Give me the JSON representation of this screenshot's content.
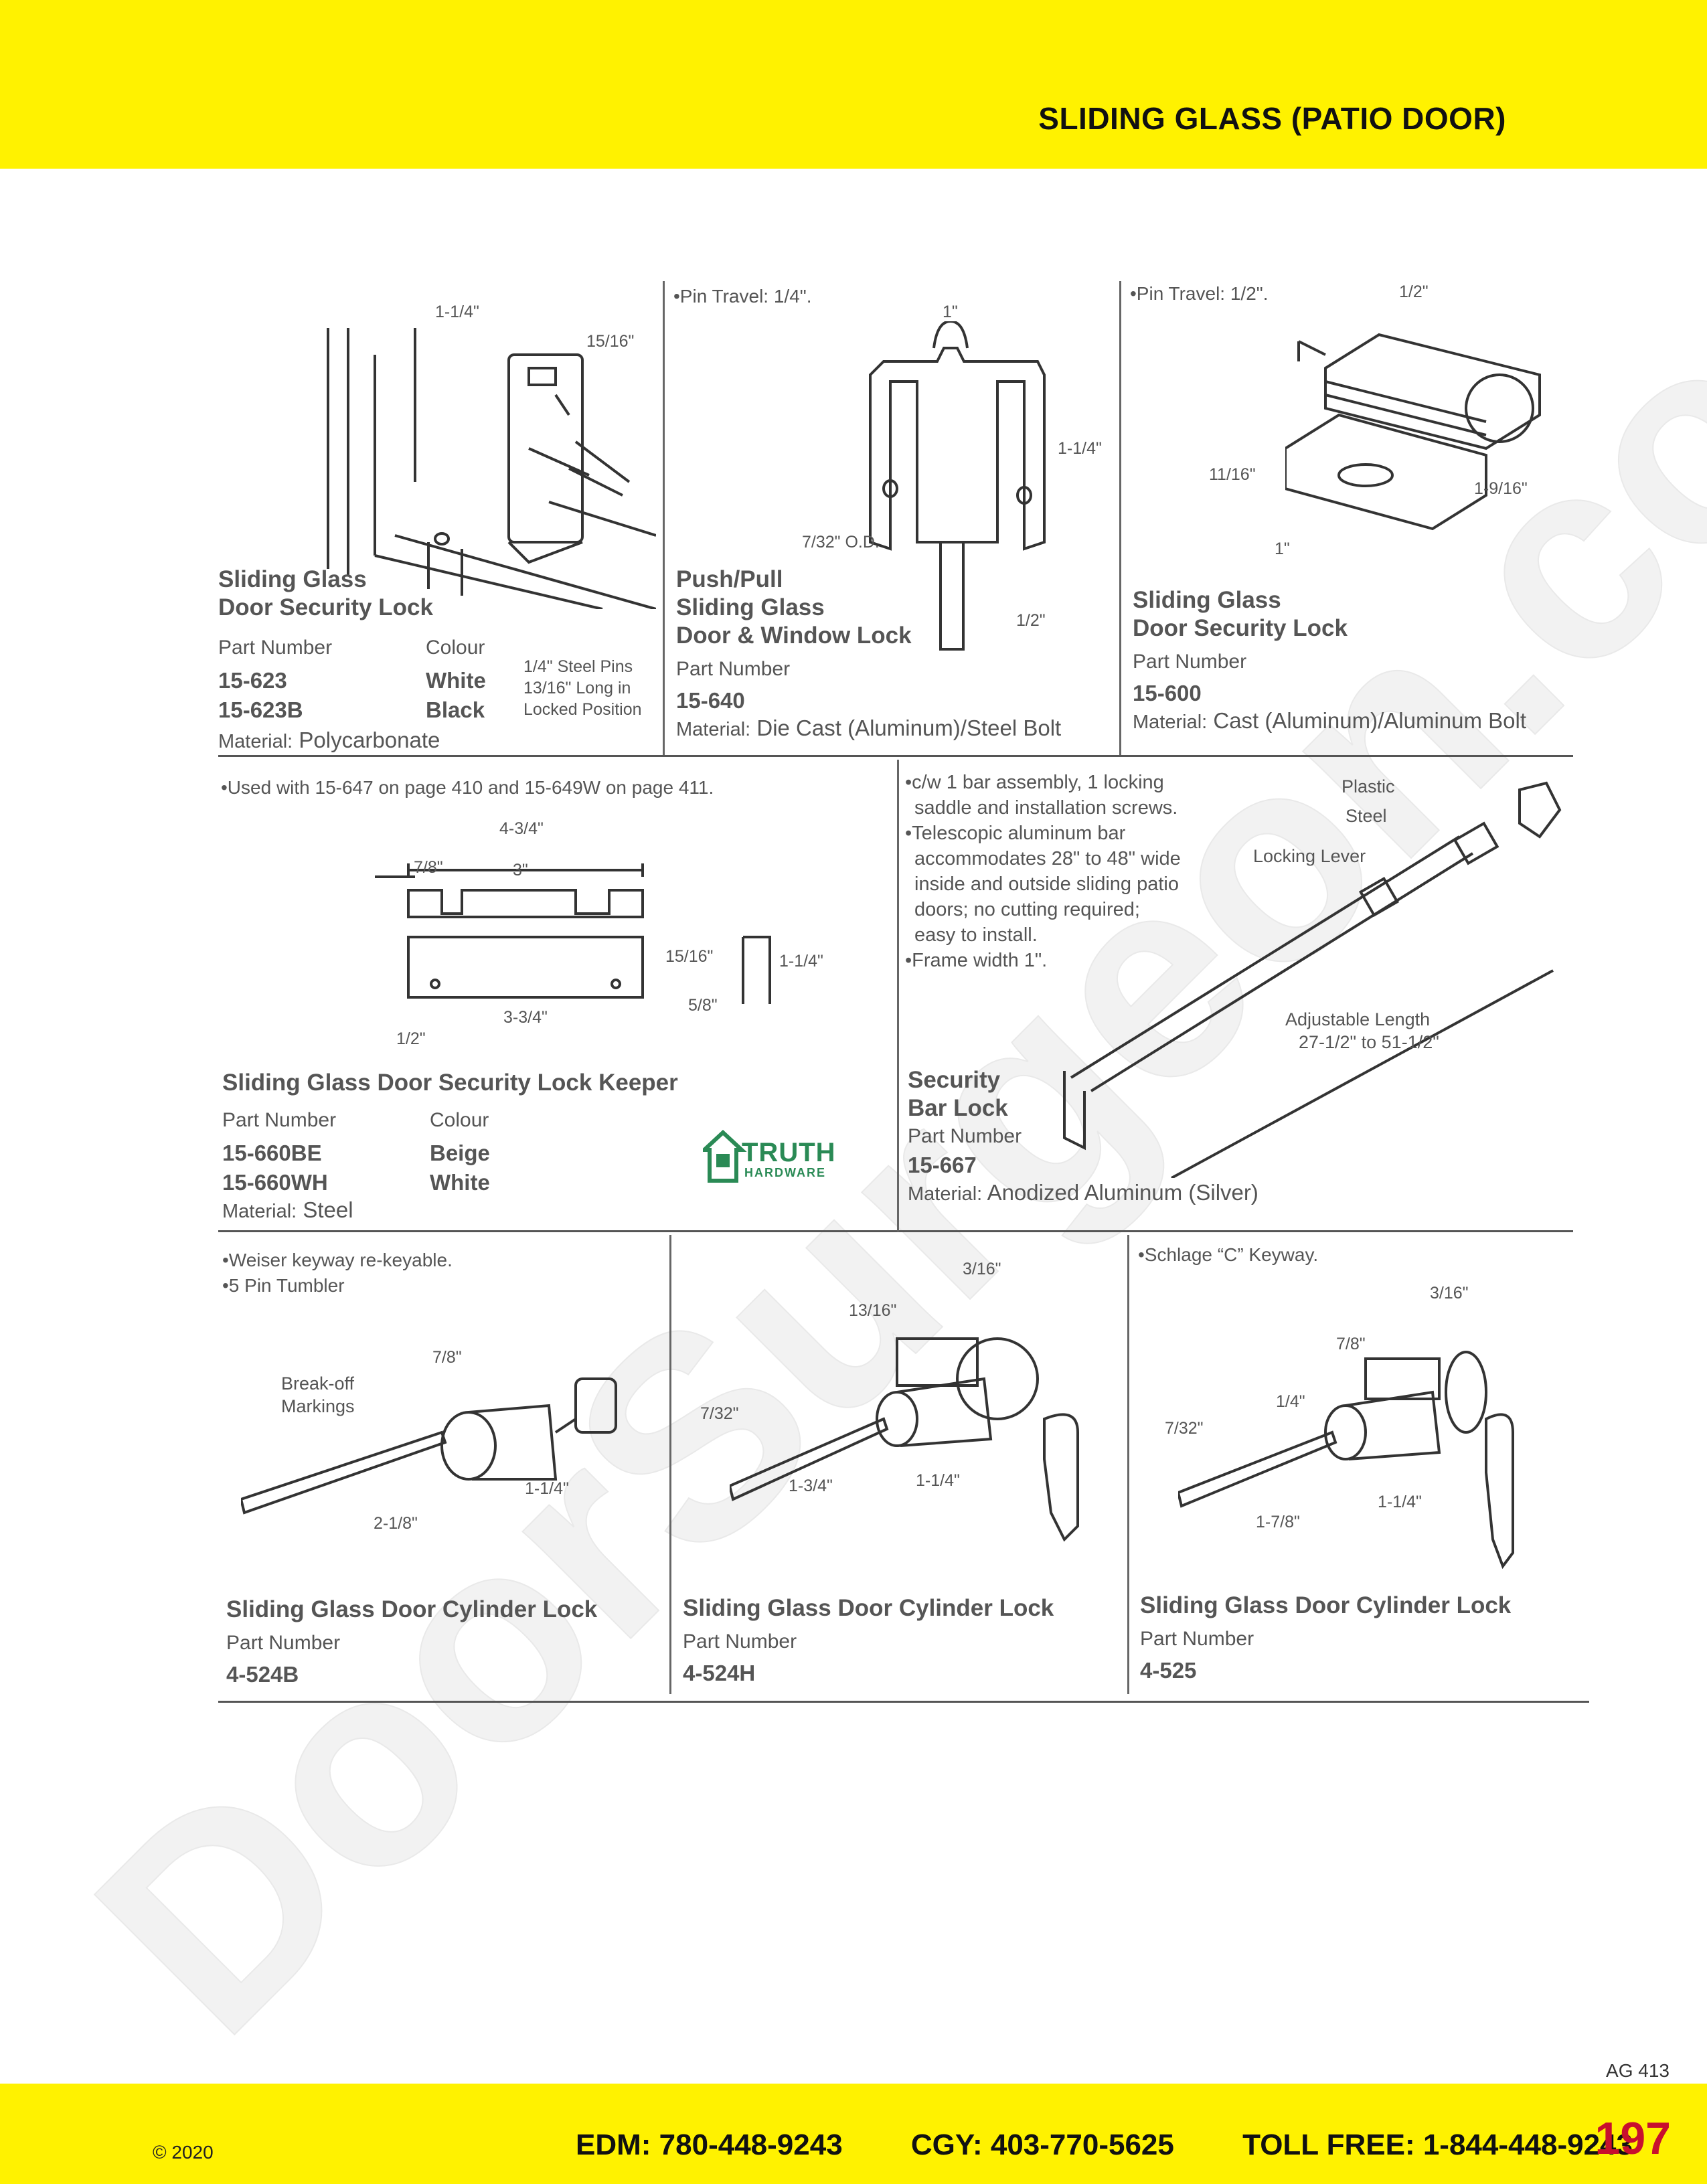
{
  "header": {
    "title": "SLIDING GLASS (PATIO DOOR)"
  },
  "products": {
    "p1": {
      "title_line1": "Sliding Glass",
      "title_line2": "Door Security Lock",
      "part_label": "Part Number",
      "colour_label": "Colour",
      "parts": [
        "15-623",
        "15-623B"
      ],
      "colours": [
        "White",
        "Black"
      ],
      "material_label": "Material:",
      "material": "Polycarbonate",
      "pin_note": [
        "1/4\" Steel Pins",
        "13/16\" Long in",
        "Locked Position"
      ],
      "dims": [
        "1-1/4\"",
        "15/16\""
      ]
    },
    "p2": {
      "note": "•Pin Travel: 1/4\".",
      "title_line1": "Push/Pull",
      "title_line2": "Sliding Glass",
      "title_line3": "Door & Window Lock",
      "part_label": "Part Number",
      "part": "15-640",
      "material_label": "Material:",
      "material": "Die Cast (Aluminum)/Steel Bolt",
      "dims": [
        "1\"",
        "1-1/4\"",
        "7/32\" O.D.",
        "1/2\""
      ]
    },
    "p3": {
      "note": "•Pin Travel: 1/2\".",
      "title_line1": "Sliding Glass",
      "title_line2": "Door Security Lock",
      "part_label": "Part Number",
      "part": "15-600",
      "material_label": "Material:",
      "material": "Cast (Aluminum)/Aluminum Bolt",
      "dims": [
        "1/2\"",
        "11/16\"",
        "1-9/16\"",
        "1\""
      ]
    },
    "p4": {
      "note": "•Used with 15-647 on page 410 and 15-649W on page 411.",
      "title": "Sliding Glass Door Security Lock Keeper",
      "part_label": "Part Number",
      "colour_label": "Colour",
      "parts": [
        "15-660BE",
        "15-660WH"
      ],
      "colours": [
        "Beige",
        "White"
      ],
      "material_label": "Material:",
      "material": "Steel",
      "dims": [
        "4-3/4\"",
        "7/8\"",
        "3\"",
        "15/16\"",
        "1-1/4\"",
        "5/8\"",
        "3-3/4\"",
        "1/2\""
      ]
    },
    "p5": {
      "notes": [
        "•c/w 1 bar assembly, 1 locking",
        "saddle and installation screws.",
        "•Telescopic aluminum bar",
        "accommodates 28\" to 48\" wide",
        "inside and outside sliding patio",
        "doors; no cutting required;",
        "easy to install.",
        "•Frame width 1\"."
      ],
      "title_line1": "Security",
      "title_line2": "Bar Lock",
      "part_label": "Part Number",
      "part": "15-667",
      "material_label": "Material:",
      "material": "Anodized Aluminum (Silver)",
      "callouts": [
        "Plastic",
        "Steel",
        "Locking Lever",
        "Adjustable Length",
        "27-1/2\" to 51-1/2\""
      ]
    },
    "p6": {
      "notes": [
        "•Weiser keyway re-keyable.",
        "•5 Pin Tumbler"
      ],
      "callout_line1": "Break-off",
      "callout_line2": "Markings",
      "title": "Sliding Glass Door Cylinder Lock",
      "part_label": "Part Number",
      "part": "4-524B",
      "dims": [
        "7/8\"",
        "1-1/4\"",
        "2-1/8\""
      ]
    },
    "p7": {
      "title": "Sliding Glass Door Cylinder Lock",
      "part_label": "Part Number",
      "part": "4-524H",
      "dims": [
        "3/16\"",
        "13/16\"",
        "7/32\"",
        "1-3/4\"",
        "1-1/4\""
      ]
    },
    "p8": {
      "note": "•Schlage “C” Keyway.",
      "title": "Sliding Glass Door Cylinder Lock",
      "part_label": "Part Number",
      "part": "4-525",
      "dims": [
        "3/16\"",
        "7/8\"",
        "1/4\"",
        "7/32\"",
        "1-7/8\"",
        "1-1/4\""
      ]
    }
  },
  "logo": {
    "name": "TRUTH",
    "sub": "HARDWARE"
  },
  "watermark": "DoorSurgeon.com",
  "footer": {
    "ag_code": "AG 413",
    "copyright": "© 2020",
    "edm": "EDM: 780-448-9243",
    "cgy": "CGY: 403-770-5625",
    "toll_free": "TOLL FREE: 1-844-448-9243",
    "page_number": "197"
  },
  "colors": {
    "brand_yellow": "#fff200",
    "page_number_red": "#c8102e",
    "logo_green": "#2a8a55"
  }
}
